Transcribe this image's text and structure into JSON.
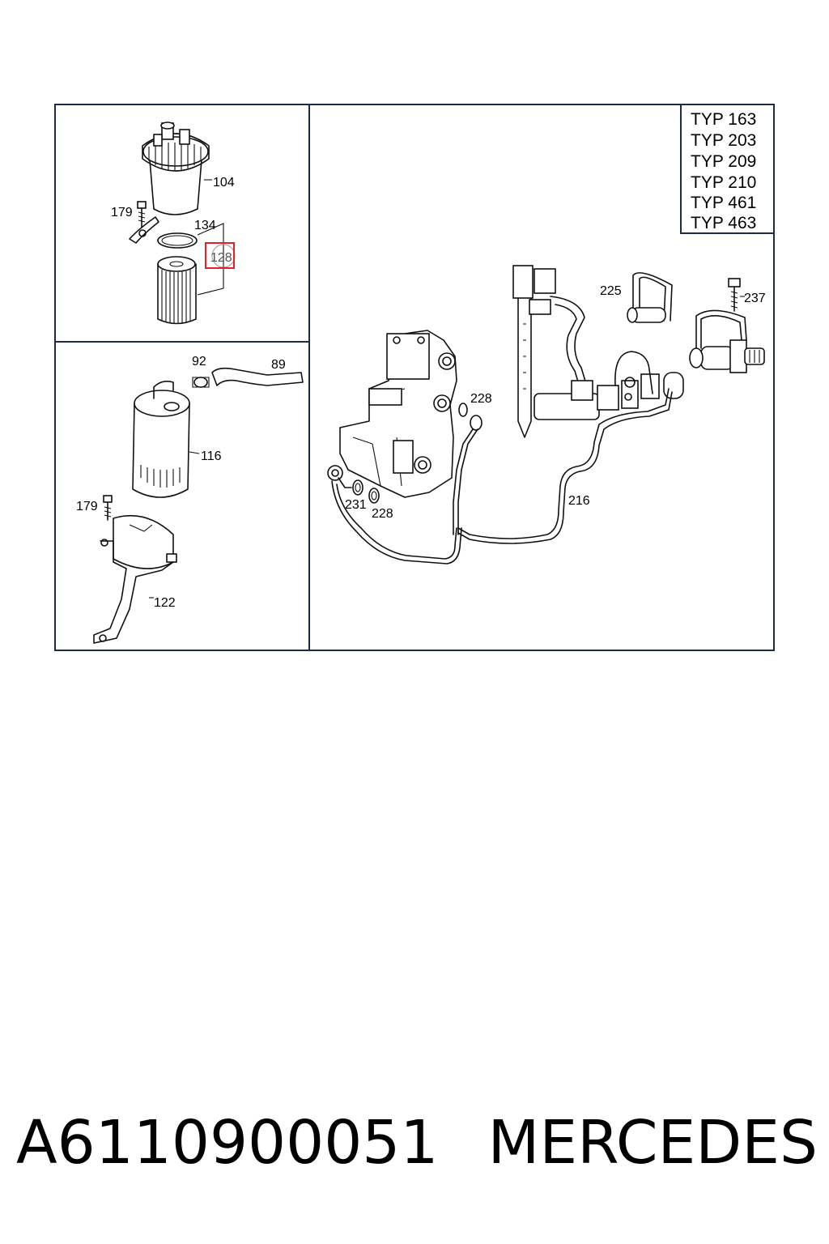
{
  "diagram": {
    "type_list": [
      "TYP 163",
      "TYP 203",
      "TYP 209",
      "TYP 210",
      "TYP 461",
      "TYP 463"
    ],
    "callouts": {
      "p104": "104",
      "p179a": "179",
      "p134": "134",
      "p128": "128",
      "p92": "92",
      "p89": "89",
      "p116": "116",
      "p179b": "179",
      "p122": "122",
      "p225": "225",
      "p237": "237",
      "p228a": "228",
      "p231": "231",
      "p228b": "228",
      "p216": "216"
    },
    "highlight_color": "#e0202a",
    "frame_color": "#1f2a44"
  },
  "caption": {
    "part_number": "A6110900051",
    "brand": "MERCEDES"
  }
}
